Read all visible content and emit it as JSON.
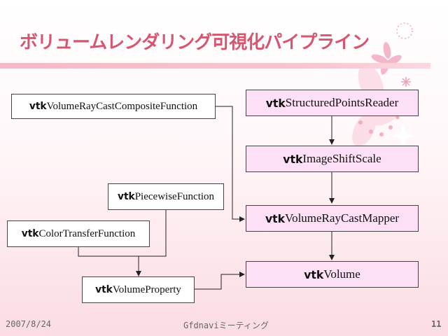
{
  "slide": {
    "title": "ボリュームレンダリング可視化パイプライン",
    "footer": {
      "date": "2007/8/24",
      "center": "Gfdnaviミーティング",
      "page": "11"
    }
  },
  "nodes": {
    "composite": {
      "prefix": "vtk",
      "name": "VolumeRayCastCompositeFunction"
    },
    "piecewise": {
      "prefix": "vtk",
      "name": "PiecewiseFunction"
    },
    "color": {
      "prefix": "vtk",
      "name": "ColorTransferFunction"
    },
    "property": {
      "prefix": "vtk",
      "name": "VolumeProperty"
    },
    "reader": {
      "prefix": "vtk",
      "name": "StructuredPointsReader"
    },
    "shift": {
      "prefix": "vtk",
      "name": "ImageShiftScale"
    },
    "mapper": {
      "prefix": "vtk",
      "name": "VolumeRayCastMapper"
    },
    "volume": {
      "prefix": "vtk",
      "name": "Volume"
    }
  },
  "colors": {
    "title": "#d7566f",
    "accent_bar": "#f6b9c5",
    "pink_box": "#fde0f6"
  }
}
